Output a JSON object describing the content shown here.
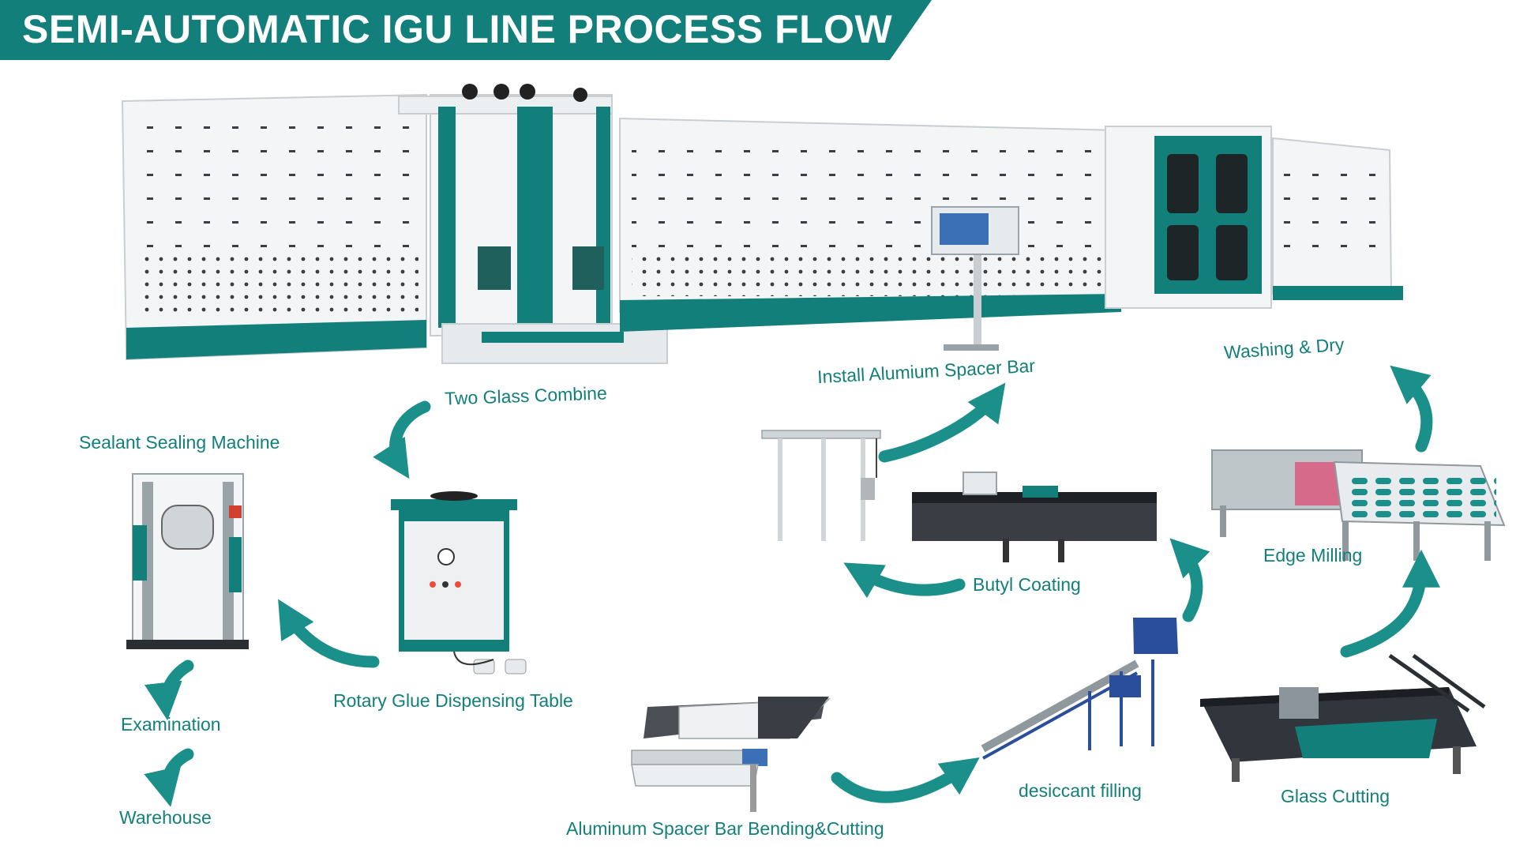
{
  "title": "SEMI-AUTOMATIC IGU LINE PROCESS FLOW",
  "colors": {
    "accent": "#137f7b",
    "arrow": "#1b8f89",
    "machine_panel": "#f3f5f6",
    "dark": "#3a3e44"
  },
  "steps": {
    "glass_cutting": "Glass Cutting",
    "edge_milling": "Edge Milling",
    "washing_dry": "Washing & Dry",
    "install_spacer": "Install Alumium Spacer Bar",
    "two_glass_combine": "Two Glass Combine",
    "sealant_sealing": "Sealant Sealing Machine",
    "rotary_glue": "Rotary Glue Dispensing Table",
    "butyl_coating": "Butyl Coating",
    "desiccant_filling": "desiccant filling",
    "spacer_bending": "Aluminum Spacer Bar Bending&Cutting",
    "examination": "Examination",
    "warehouse": "Warehouse"
  }
}
